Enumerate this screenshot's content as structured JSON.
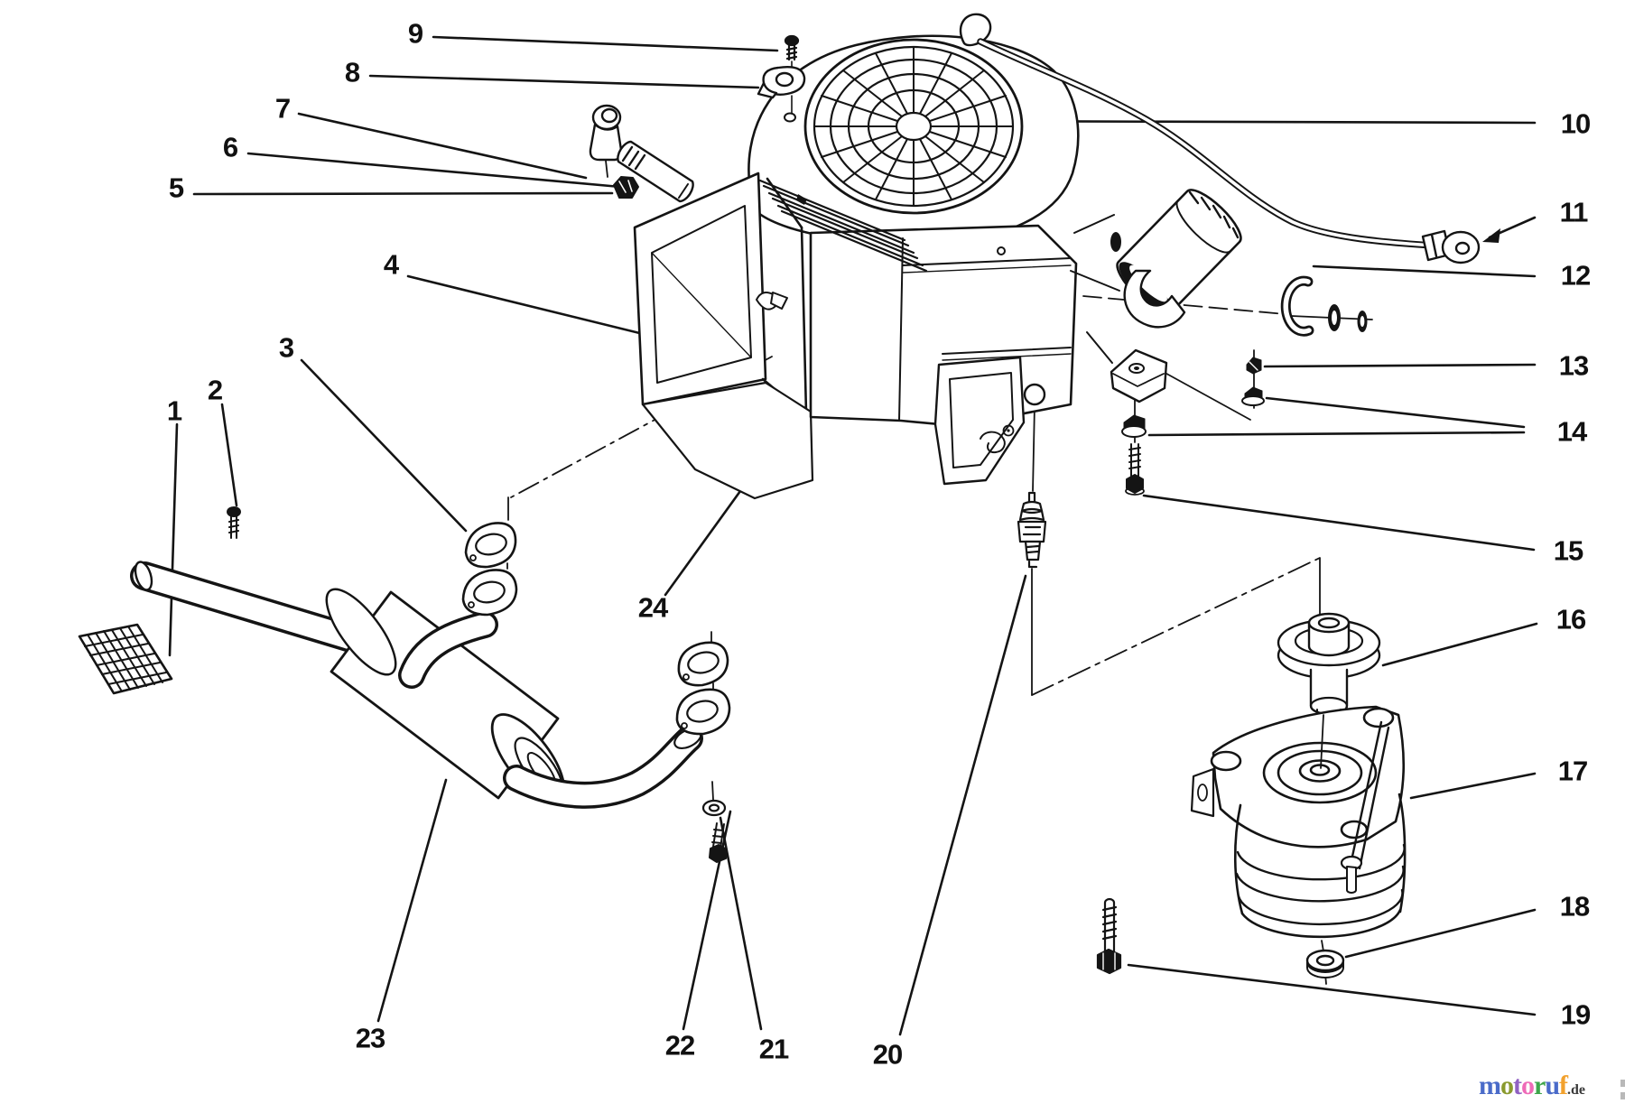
{
  "figure": {
    "kind": "exploded-parts-diagram",
    "subject": "engine, muffler and electric clutch assembly",
    "line_color": "#141414",
    "background_color": "#ffffff"
  },
  "callouts": [
    {
      "label": "1"
    },
    {
      "label": "2"
    },
    {
      "label": "3"
    },
    {
      "label": "4"
    },
    {
      "label": "5"
    },
    {
      "label": "6"
    },
    {
      "label": "7"
    },
    {
      "label": "8"
    },
    {
      "label": "9"
    },
    {
      "label": "10"
    },
    {
      "label": "11"
    },
    {
      "label": "12"
    },
    {
      "label": "13"
    },
    {
      "label": "14"
    },
    {
      "label": "15"
    },
    {
      "label": "16"
    },
    {
      "label": "17"
    },
    {
      "label": "18"
    },
    {
      "label": "19"
    },
    {
      "label": "20"
    },
    {
      "label": "21"
    },
    {
      "label": "22"
    },
    {
      "label": "23"
    },
    {
      "label": "24"
    }
  ],
  "watermark": {
    "letters": [
      {
        "ch": "m",
        "color": "#4a6bc9"
      },
      {
        "ch": "o",
        "color": "#8a9a2e"
      },
      {
        "ch": "t",
        "color": "#9061c2"
      },
      {
        "ch": "o",
        "color": "#ef6ab8"
      },
      {
        "ch": "r",
        "color": "#3ea54b"
      },
      {
        "ch": "u",
        "color": "#4a6bc9"
      },
      {
        "ch": "f",
        "color": "#f2a12d"
      }
    ],
    "suffix": ".de"
  }
}
